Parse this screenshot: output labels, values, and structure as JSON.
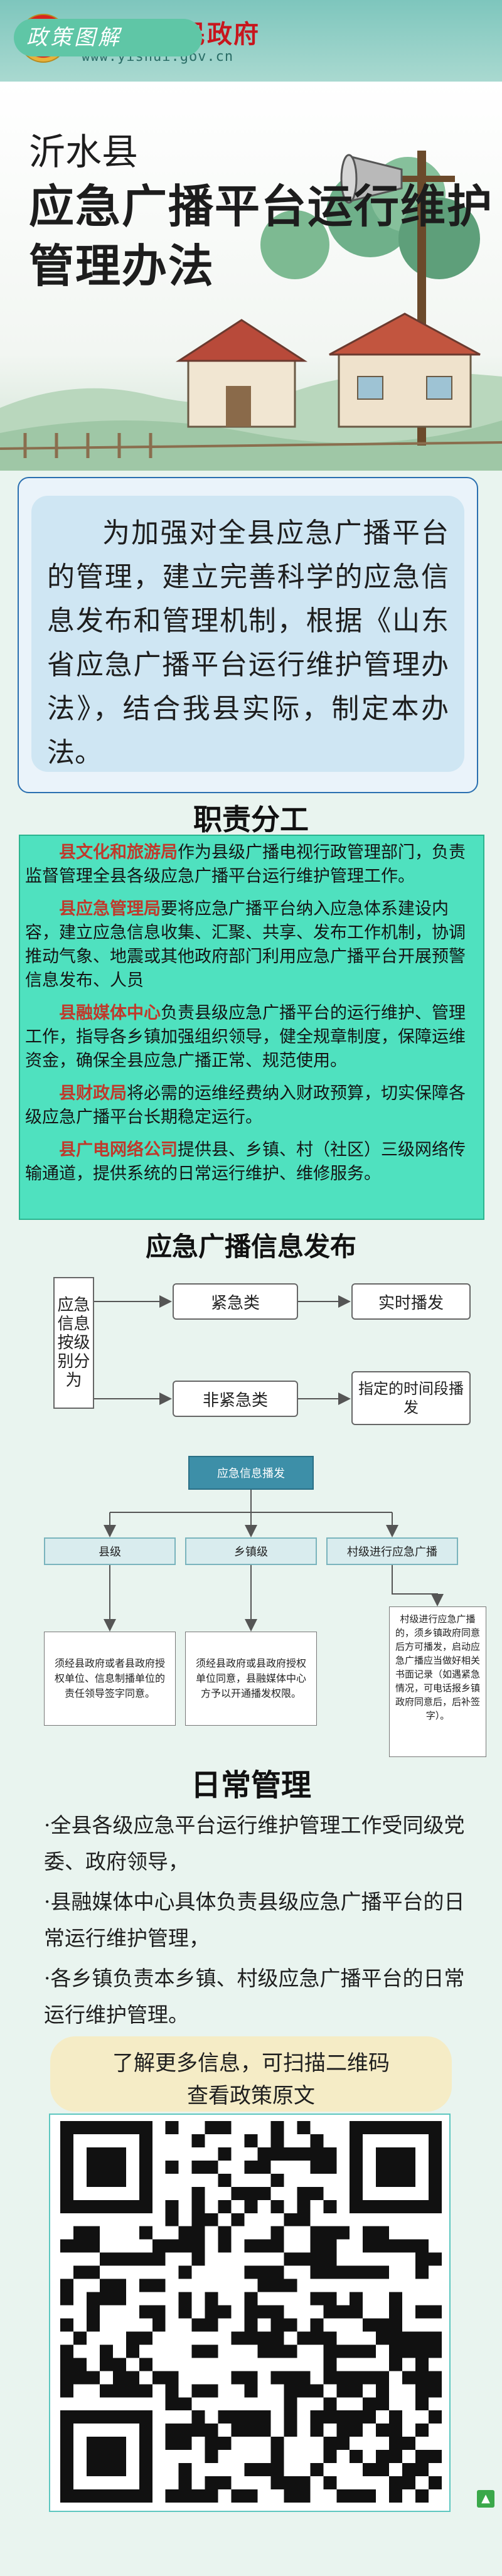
{
  "header": {
    "site_name": "沂水县人民政府",
    "site_url": "www.yishui.gov.cn",
    "brand_color": "#c8161d"
  },
  "hero": {
    "tag": "政策图解",
    "title_county": "沂水县",
    "title_line1": "应急广播平台运行维护",
    "title_line2": "管理办法"
  },
  "intro": {
    "text": "为加强对全县应急广播平台的管理，建立完善科学的应急信息发布和管理机制，根据《山东省应急广播平台运行维护管理办法》，结合我县实际，制定本办法。"
  },
  "duties": {
    "heading": "职责分工",
    "items": [
      {
        "org": "县文化和旅游局",
        "text": "作为县级广播电视行政管理部门，负责监督管理全县各级应急广播平台运行维护管理工作。"
      },
      {
        "org": "县应急管理局",
        "text": "要将应急广播平台纳入应急体系建设内容，建立应急信息收集、汇聚、共享、发布工作机制，协调推动气象、地震或其他政府部门利用应急广播平台开展预警信息发布、人员"
      },
      {
        "org": "县融媒体中心",
        "text": "负责县级应急广播平台的运行维护、管理工作，指导各乡镇加强组织领导，健全规章制度，保障运维资金，确保全县应急广播正常、规范使用。"
      },
      {
        "org": "县财政局",
        "text": "将必需的运维经费纳入财政预算，切实保障各级应急广播平台长期稳定运行。"
      },
      {
        "org": "县广电网络公司",
        "text": "提供县、乡镇、村（社区）三级网络传输通道，提供系统的日常运行维护、维修服务。"
      }
    ]
  },
  "release": {
    "heading": "应急广播信息发布",
    "left_box": "应急信息按级别分为",
    "urgent": "紧急类",
    "non_urgent": "非紧急类",
    "realtime": "实时播发",
    "scheduled": "指定的时间段播发",
    "root": "应急信息播发",
    "county": "县级",
    "town": "乡镇级",
    "village": "村级进行应急广播",
    "note_county": "须经县政府或者县政府授权单位、信息制播单位的责任领导签字同意。",
    "note_town": "须经县政府或县政府授权单位同意，县融媒体中心方予以开通播发权限。",
    "note_village": "村级进行应急广播的，须乡镇政府同意后方可播发，启动应急广播应当做好相关书面记录（如遇紧急情况，可电话报乡镇政府同意后，后补签字）。"
  },
  "daily": {
    "heading": "日常管理",
    "items": [
      "·全县各级应急平台运行维护管理工作受同级党委、政府领导，",
      "·县融媒体中心具体负责县级应急广播平台的日常运行维护管理，",
      "·各乡镇负责本乡镇、村级应急广播平台的日常运行维护管理。"
    ]
  },
  "more": {
    "line1": "了解更多信息，可扫描二维码",
    "line2": "查看政策原文"
  }
}
